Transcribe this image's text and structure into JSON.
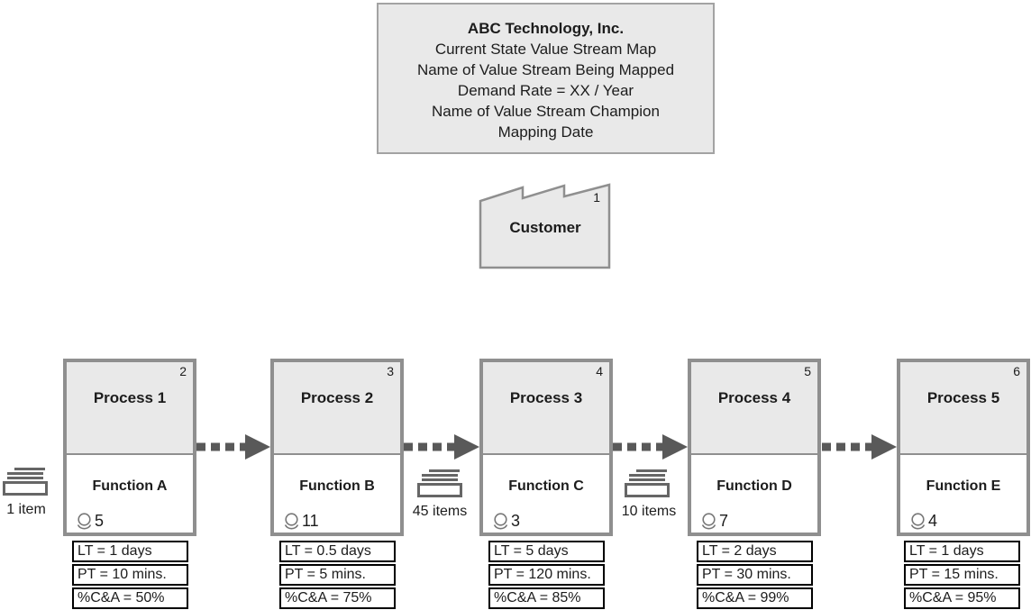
{
  "header": {
    "lines": [
      "ABC Technology, Inc.",
      "Current State Value Stream Map",
      "Name of Value Stream Being Mapped",
      "Demand Rate = XX / Year",
      "Name of Value Stream Champion",
      "Mapping Date"
    ]
  },
  "customer": {
    "label": "Customer",
    "step_number": "1"
  },
  "processes": [
    {
      "step_number": "2",
      "name": "Process 1",
      "function": "Function A",
      "operators": "5",
      "metrics": [
        "LT = 1 days",
        "PT = 10 mins.",
        "%C&A = 50%"
      ]
    },
    {
      "step_number": "3",
      "name": "Process 2",
      "function": "Function B",
      "operators": "11",
      "metrics": [
        "LT = 0.5 days",
        "PT = 5 mins.",
        "%C&A = 75%"
      ]
    },
    {
      "step_number": "4",
      "name": "Process 3",
      "function": "Function C",
      "operators": "3",
      "metrics": [
        "LT = 5 days",
        "PT = 120 mins.",
        "%C&A = 85%"
      ]
    },
    {
      "step_number": "5",
      "name": "Process 4",
      "function": "Function D",
      "operators": "7",
      "metrics": [
        "LT = 2 days",
        "PT = 30 mins.",
        "%C&A = 99%"
      ]
    },
    {
      "step_number": "6",
      "name": "Process 5",
      "function": "Function E",
      "operators": "4",
      "metrics": [
        "LT = 1 days",
        "PT = 15 mins.",
        "%C&A = 95%"
      ]
    }
  ],
  "inventories": [
    {
      "label": "1 item"
    },
    {
      "label": "45 items"
    },
    {
      "label": "10 items"
    }
  ],
  "icons": {
    "operator": "operator-icon",
    "inventory": "inventory-icon",
    "factory": "factory-icon",
    "flow_arrow": "dashed-flow-arrow-icon"
  },
  "colors": {
    "box_fill": "#e9e9e9",
    "box_border": "#8f8f8f",
    "arrow": "#595959",
    "table_border": "#000000",
    "icon_gray": "#666666",
    "text": "#1c1c1c"
  }
}
